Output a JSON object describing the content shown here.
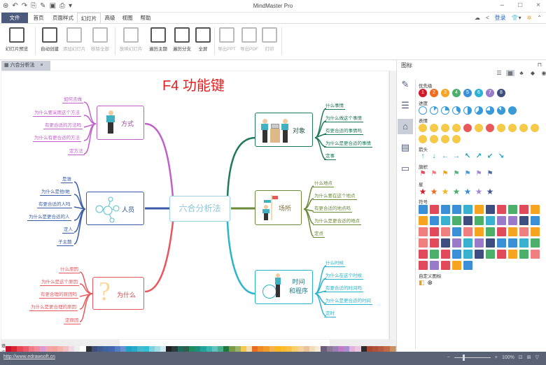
{
  "window": {
    "title": "MindMaster Pro",
    "controls": [
      "minimize",
      "maximize",
      "close"
    ]
  },
  "quick_access": [
    "app-logo",
    "undo",
    "redo",
    "paste-format",
    "style",
    "save",
    "print",
    "more"
  ],
  "menus": [
    {
      "label": "文件",
      "active": false
    },
    {
      "label": "首页",
      "active": false
    },
    {
      "label": "页面样式",
      "active": false
    },
    {
      "label": "幻灯片",
      "active": true
    },
    {
      "label": "高级",
      "active": false
    },
    {
      "label": "视图",
      "active": false
    },
    {
      "label": "帮助",
      "active": false
    }
  ],
  "header_right": {
    "login": "登录"
  },
  "ribbon": [
    {
      "label": "幻灯片预览",
      "enabled": true
    },
    {
      "label": "自动创建",
      "enabled": true
    },
    {
      "label": "添加幻灯片",
      "enabled": false
    },
    {
      "label": "移除全部",
      "enabled": false
    },
    {
      "label": "放映幻灯片",
      "enabled": false
    },
    {
      "label": "遍历主题",
      "enabled": true
    },
    {
      "label": "遍历分支",
      "enabled": true
    },
    {
      "label": "全屏",
      "enabled": true
    },
    {
      "label": "导出PPT",
      "enabled": false
    },
    {
      "label": "导出PDF",
      "enabled": false
    },
    {
      "label": "打印",
      "enabled": false
    }
  ],
  "doc_tab": {
    "label": "六合分析法",
    "close": "×"
  },
  "canvas": {
    "overlay_title": "F4 功能键",
    "central_topic": "六合分析法",
    "branches": [
      {
        "id": "fangshi",
        "label": "方式",
        "color": "#c061cb",
        "leaves": [
          "如何去做",
          "为什么要采用这个方法",
          "有更合适的方法吗",
          "为什么有更合适的方法",
          "定方法"
        ]
      },
      {
        "id": "renyuan",
        "label": "人员",
        "color": "#3a5ca8",
        "leaves": [
          "是谁",
          "为什么是他/她",
          "有更合适的人吗",
          "为什么是更合适的人",
          "定人",
          "子主题"
        ]
      },
      {
        "id": "weishenme",
        "label": "为什么",
        "color": "#e8585c",
        "leaves": [
          "什么原因",
          "为什么是这个原因",
          "有更合理的原因吗",
          "为什么是更合理的原因",
          "定原因"
        ]
      },
      {
        "id": "duixiang",
        "label": "对象",
        "color": "#1e7a5a",
        "leaves": [
          "什么事情",
          "为什么做这个事情",
          "有更合适的事情吗",
          "为什么是更合适的事情",
          "定事"
        ]
      },
      {
        "id": "changsuo",
        "label": "场所",
        "color": "#6b8a3a",
        "leaves": [
          "什么地点",
          "为什么要在这个地点",
          "有更合适的地点吗",
          "为什么是更合适的地点",
          "定点"
        ]
      },
      {
        "id": "shijian",
        "label": "时间\n和程序",
        "label_line1": "时间",
        "label_line2": "和程序",
        "color": "#2bb5cc",
        "leaves": [
          "什么时候",
          "为什么在这个时候",
          "有更合适的时间吗",
          "为什么是更合适的时间",
          "定时"
        ]
      }
    ]
  },
  "palette": {
    "label": "填充",
    "colors": [
      "#c8102e",
      "#d9232e",
      "#e84655",
      "#eb5b6a",
      "#ef7b86",
      "#f08a9d",
      "#d99ad7",
      "#f4a3a8",
      "#f6a29c",
      "#f7b3aa",
      "#f2c2c5",
      "#f3d7e3",
      "#eee",
      "#fff",
      "#2c2f36",
      "#3d4e7e",
      "#3f5a8f",
      "#3e64a3",
      "#4266b0",
      "#4f7fc5",
      "#6b8fd1",
      "#1fa3c4",
      "#26abc8",
      "#45b9d1",
      "#2fbfd4",
      "#7fd0e0",
      "#a8dde8",
      "#cfeaf0",
      "#222",
      "#2c3a40",
      "#1d6b5a",
      "#2e5e4e",
      "#1e8a5e",
      "#1c8d78",
      "#22a39a",
      "#3bb5b0",
      "#64c3c0",
      "#4ab08a",
      "#1f7a40",
      "#7a9a4a",
      "#9ab36a",
      "#f2c94c",
      "#f7ddb0",
      "#e86b1f",
      "#f08a24",
      "#f39b2c",
      "#f5b345",
      "#fbb81e",
      "#fdbb2d",
      "#fcc246",
      "#fdd06c",
      "#f7d29a",
      "#e9c39a",
      "#f3dcbc",
      "#f7ebd3",
      "#6d5f7a",
      "#8a7a98",
      "#9c7fb2",
      "#c57ac9",
      "#a98ecf",
      "#e3b1dd",
      "#ecc6e0",
      "#2c2a2a",
      "#a84a33",
      "#b0523a",
      "#b85a3f",
      "#c06a48",
      "#c69060",
      "#d8b080",
      "#e6cfa0",
      "#d8dcd6",
      "#d9ddd8",
      "#2b2e36",
      "#3c4048",
      "#50555e",
      "#646b78",
      "#7a8090",
      "#9aa0aa",
      "#b4b8bd",
      "#cdd0d3",
      "#e3e5e6",
      "#f3f3f3"
    ]
  },
  "status": {
    "url": "http://www.edrawsoft.cn",
    "zoom": "100%"
  },
  "panel": {
    "title": "图标",
    "side_tabs": [
      "brush",
      "list",
      "icons",
      "badge",
      "calendar"
    ],
    "sections": [
      {
        "title": "优先级",
        "items": [
          "1",
          "2",
          "3",
          "4",
          "5",
          "6",
          "7",
          "8"
        ],
        "colors": [
          "#d11a2a",
          "#f26b1d",
          "#f7a521",
          "#4caf6a",
          "#3a8fd6",
          "#2eb1d6",
          "#9a7bc9",
          "#3d4e7e"
        ]
      },
      {
        "title": "进度",
        "count": 9
      },
      {
        "title": "表情",
        "count": 15
      },
      {
        "title": "箭头",
        "items": [
          "↑",
          "↓",
          "←",
          "→",
          "↖",
          "↗",
          "↙",
          "↘"
        ],
        "color": "#1aa0c6"
      },
      {
        "title": "旗帜",
        "colors": [
          "#e04a5a",
          "#f08080",
          "#f0a020",
          "#5ab07a",
          "#4a9ad8",
          "#a08ad8",
          "#4a6aa8"
        ]
      },
      {
        "title": "星",
        "colors": [
          "#d11a2a",
          "#f26b1d",
          "#f7b521",
          "#4caf6a",
          "#3a8fd6",
          "#a08ad8",
          "#3d5a8e"
        ]
      },
      {
        "title": "符号",
        "count": 60
      },
      {
        "title": "自定义图标",
        "count": 2
      }
    ]
  }
}
